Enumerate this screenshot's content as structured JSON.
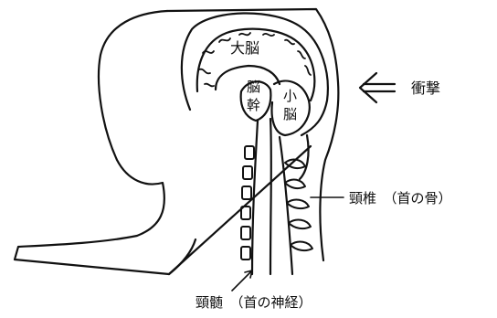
{
  "labels": {
    "cerebrum": "大脳",
    "brainstem_1": "脳",
    "brainstem_2": "幹",
    "cerebellum_1": "小",
    "cerebellum_2": "脳",
    "impact": "衝撃",
    "cervical_vertebrae": "頸椎　（首の骨）",
    "spinal_cord": "頸髄　（首の神経）"
  },
  "colors": {
    "line": "#111111",
    "background": "#ffffff"
  }
}
